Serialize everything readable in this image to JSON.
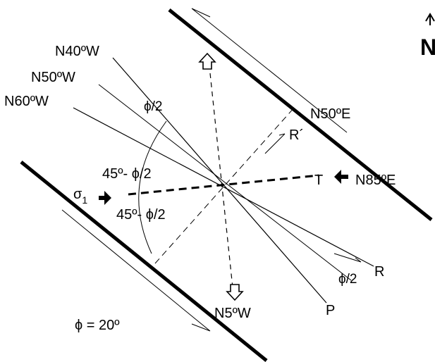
{
  "diagram": {
    "labels": {
      "n40w": "N40ºW",
      "n50w": "N50ºW",
      "n60w": "N60ºW",
      "n50e": "N50ºE",
      "n85e": "N85ºE",
      "n5w": "N5ºW",
      "r_prime": "R´",
      "r": "R",
      "t": "T",
      "p": "P",
      "phi_half_top": "ϕ/2",
      "phi_half_bottom": "ϕ/2",
      "angle_upper": "45º- ϕ/2",
      "angle_lower": "45º- ϕ/2",
      "sigma": "σ",
      "sigma_sub": "1",
      "phi_value": "ϕ = 20º",
      "north": "N"
    },
    "colors": {
      "line": "#000000",
      "background": "#ffffff"
    }
  }
}
